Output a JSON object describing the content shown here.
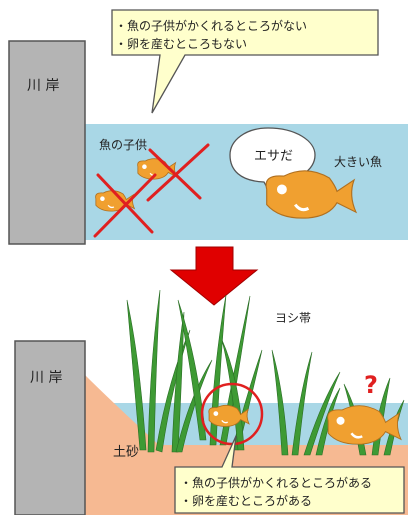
{
  "before": {
    "bank_label": "川 岸",
    "callout_lines": [
      "・魚の子供がかくれるところがない",
      "・卵を産むところもない"
    ],
    "small_fish_label": "魚の子供",
    "speech": "エサだ",
    "big_fish_label": "大きい魚"
  },
  "after": {
    "reeds_label": "ヨシ帯",
    "bank_label": "川 岸",
    "soil_label": "土砂",
    "question_mark": "?",
    "callout_lines": [
      "・魚の子供がかくれるところがある",
      "・卵を産むところがある"
    ]
  },
  "colors": {
    "water": "#a9d7e6",
    "bank_wall": "#b4b4b4",
    "soil": "#f6b992",
    "fish": "#f0a030",
    "cross": "#e02020",
    "arrow": "#e00000",
    "callout_fill": "#ffffcc",
    "reed": "#3e9a34",
    "circle": "#e02020",
    "question": "#e02020"
  },
  "icons": {
    "small_fish": "fish-icon",
    "big_fish": "fish-icon",
    "cross": "x-mark-icon",
    "arrow": "down-arrow-icon",
    "reeds": "reed-grass-icon"
  }
}
